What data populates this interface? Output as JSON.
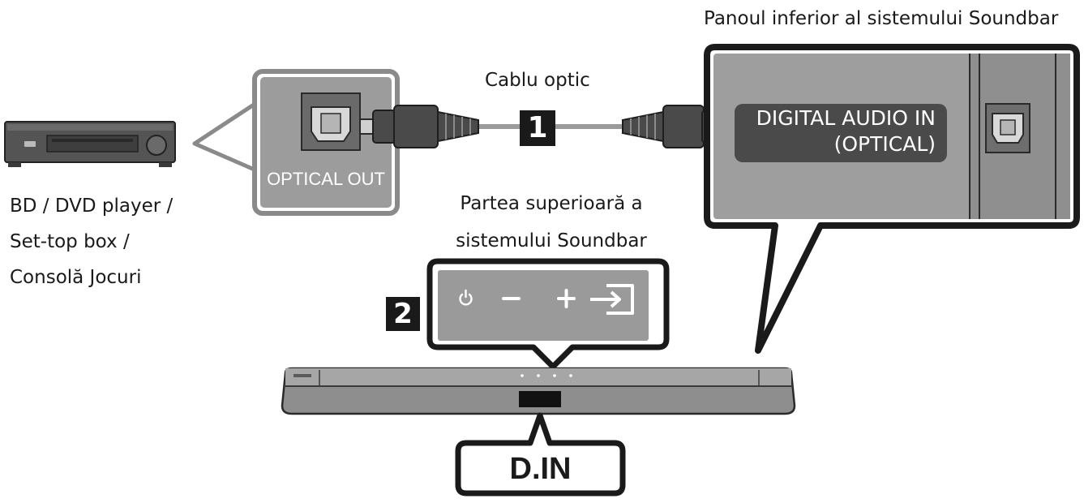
{
  "labels": {
    "bottom_panel": "Panoul inferior al sistemului Soundbar",
    "cable": "Cablu optic",
    "step1": "1",
    "step2": "2",
    "optical_out": "OPTICAL OUT",
    "digital_audio_in_1": "DIGITAL AUDIO IN",
    "digital_audio_in_2": "(OPTICAL)",
    "top_panel_1": "Partea superioară a",
    "top_panel_2": "sistemului Soundbar",
    "source_1": "BD / DVD player /",
    "source_2": "Set-top box /",
    "source_3": "Consolă Jocuri",
    "d_in": "D.IN"
  },
  "icons": [
    "power-icon",
    "volume-down-icon",
    "volume-up-icon",
    "source-input-icon"
  ],
  "colors": {
    "panel_gray": "#9e9e9e",
    "label_pill": "#4a4a4a",
    "badge": "#1a1a1a"
  }
}
